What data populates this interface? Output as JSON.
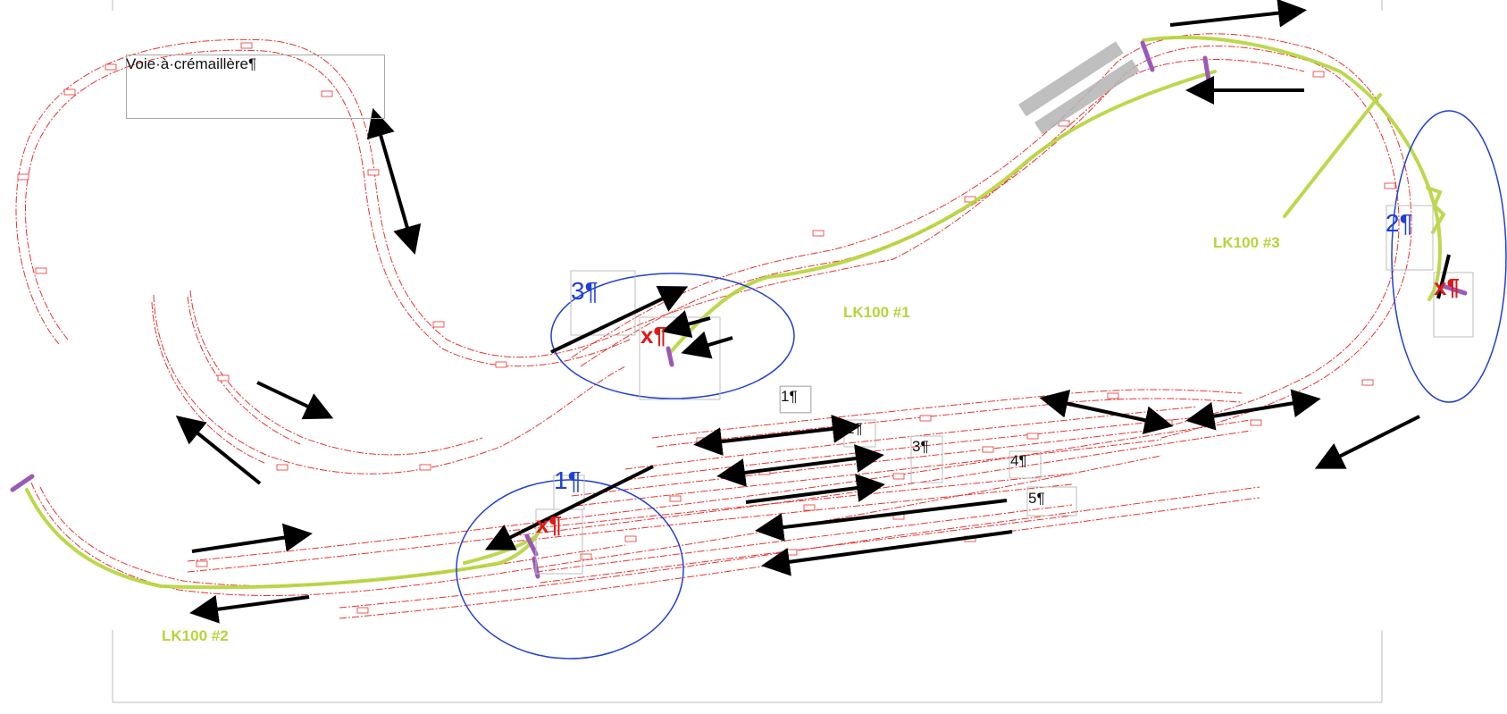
{
  "document": {
    "title_label": "Voie·à·crémaillère¶"
  },
  "labels": {
    "lk1": "LK100 #1",
    "lk2": "LK100 #2",
    "lk3": "LK100 #3"
  },
  "markers": {
    "circle1": "1¶",
    "circle2": "2¶",
    "circle3": "3¶",
    "x1": "x¶",
    "x2": "x¶",
    "x3": "x¶"
  },
  "track_numbers": {
    "n1": "1¶",
    "n2": "2¶",
    "n3": "3¶",
    "n4": "4¶",
    "n5": "5¶"
  },
  "colors": {
    "track": "#e8332f",
    "route": "#b5d43a",
    "circle": "#1f3fd6",
    "arrow": "#000000",
    "platform": "#b5b5b5",
    "signal": "#9b59b6"
  }
}
